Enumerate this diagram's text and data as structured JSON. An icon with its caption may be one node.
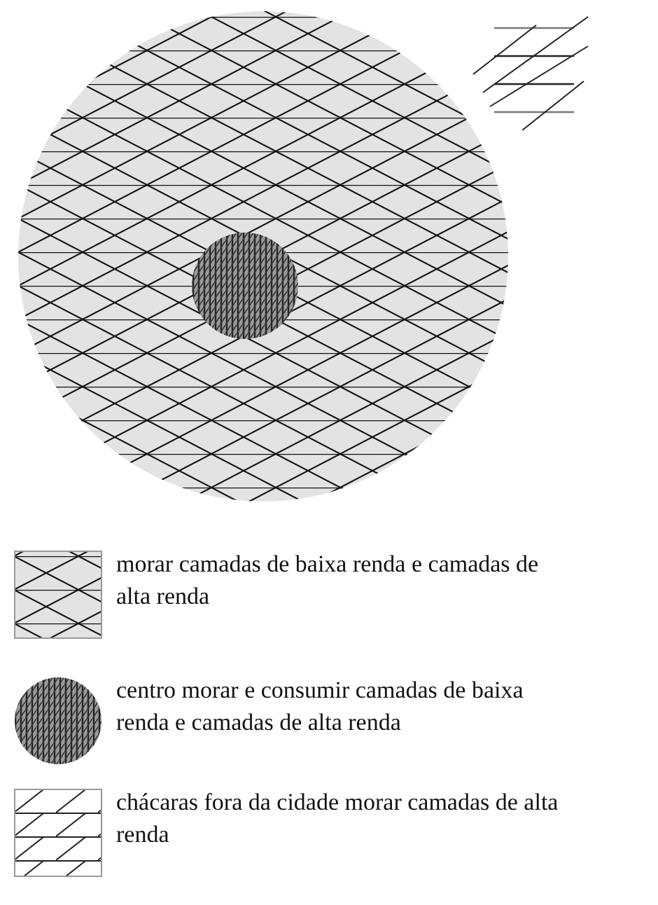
{
  "diagram": {
    "nodes": [
      {
        "text": [],
        "shape": "circle"
      },
      {
        "text": [],
        "shape": "circle",
        "in": 0
      },
      {
        "text": [],
        "shape": "picture"
      }
    ],
    "legend": [
      {
        "text": "morar camadas de baixa renda e camadas de alta renda"
      },
      {
        "text": "centro morar e consumir camadas de baixa renda e camadas de alta renda"
      },
      {
        "text": "chácaras fora da cidade morar camadas de alta renda"
      }
    ]
  }
}
